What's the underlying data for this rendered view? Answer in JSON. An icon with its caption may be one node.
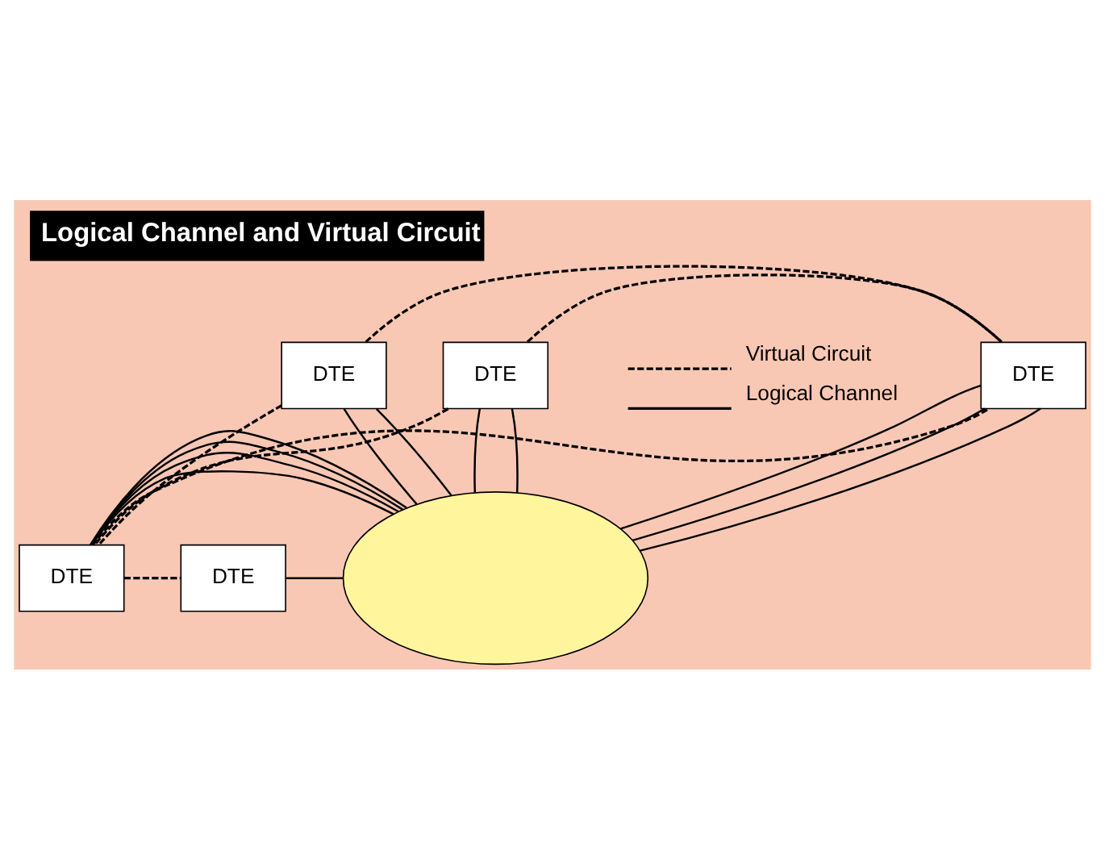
{
  "diagram": {
    "title": "Logical Channel and Virtual Circuit",
    "nodes": [
      {
        "text": [],
        "shape": "cloud"
      },
      {
        "text": [
          "DTE"
        ]
      },
      {
        "text": [
          "DTE"
        ]
      },
      {
        "text": [
          "DTE"
        ]
      },
      {
        "text": [
          "DTE"
        ]
      },
      {
        "text": [
          "DTE"
        ]
      }
    ],
    "edges": [
      {
        "from": 1,
        "to": 0,
        "arrow": "none"
      },
      {
        "from": 1,
        "to": 0,
        "arrow": "none"
      },
      {
        "from": 2,
        "to": 0,
        "arrow": "none"
      },
      {
        "from": 2,
        "to": 0,
        "arrow": "none"
      },
      {
        "from": 3,
        "to": 0,
        "arrow": "none"
      },
      {
        "from": 3,
        "to": 0,
        "arrow": "none"
      },
      {
        "from": 3,
        "to": 0,
        "arrow": "none"
      },
      {
        "from": 3,
        "to": 0,
        "arrow": "none"
      },
      {
        "from": 4,
        "to": 0,
        "arrow": "none"
      },
      {
        "from": 5,
        "to": 0,
        "arrow": "none"
      },
      {
        "from": 5,
        "to": 0,
        "arrow": "none"
      },
      {
        "from": 5,
        "to": 0,
        "arrow": "none"
      },
      {
        "from": 1,
        "to": 3,
        "arrow": "none",
        "style": "dashed"
      },
      {
        "from": 1,
        "to": 5,
        "arrow": "none",
        "style": "dashed"
      },
      {
        "from": 2,
        "to": 3,
        "arrow": "none",
        "style": "dashed"
      },
      {
        "from": 2,
        "to": 5,
        "arrow": "none",
        "style": "dashed"
      },
      {
        "from": 3,
        "to": 4,
        "arrow": "none",
        "style": "dashed"
      },
      {
        "from": 3,
        "to": 5,
        "arrow": "none",
        "style": "dashed"
      }
    ],
    "legend": [
      {
        "text": "Virtual Circuit"
      },
      {
        "text": "Logical Channel"
      }
    ]
  }
}
